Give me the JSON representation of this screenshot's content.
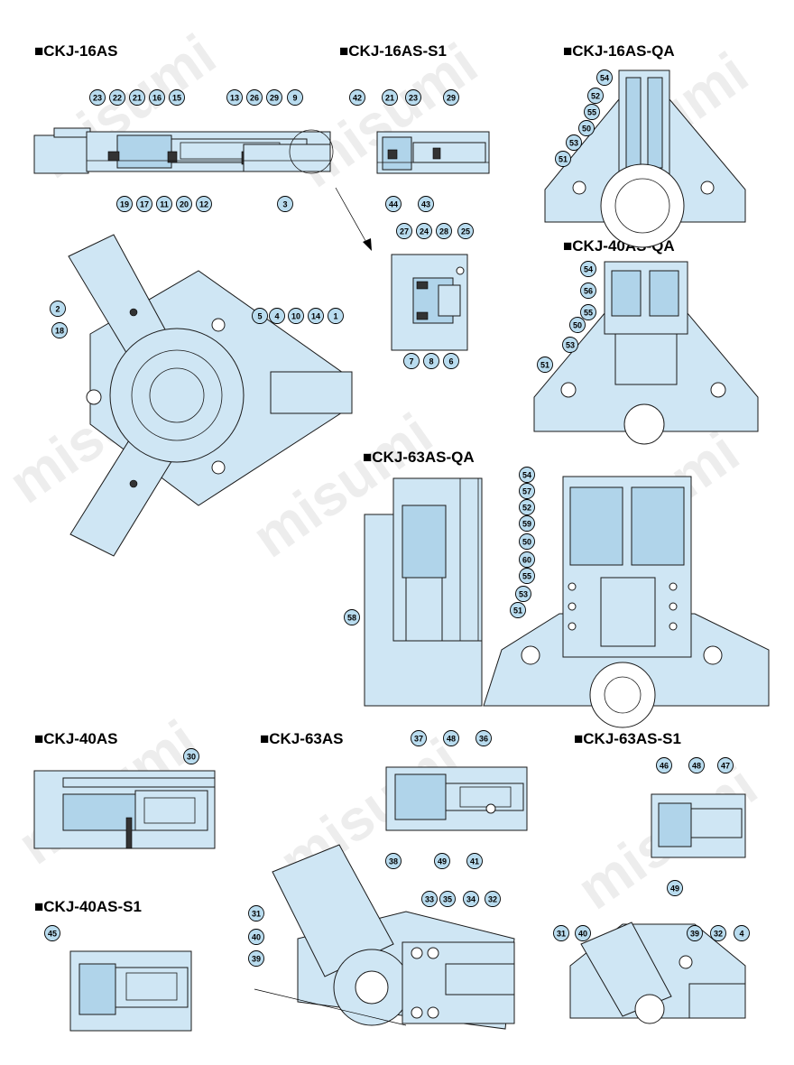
{
  "titles": {
    "ckj16as": "■CKJ-16AS",
    "ckj16as_s1": "■CKJ-16AS-S1",
    "ckj16as_qa": "■CKJ-16AS-QA",
    "ckj40as_qa": "■CKJ-40AS-QA",
    "ckj63as_qa": "■CKJ-63AS-QA",
    "ckj40as": "■CKJ-40AS",
    "ckj63as": "■CKJ-63AS",
    "ckj63as_s1": "■CKJ-63AS-S1",
    "ckj40as_s1": "■CKJ-40AS-S1"
  },
  "watermark": "misumi",
  "colors": {
    "part_fill": "#cfe6f4",
    "balloon_fill": "#b9dcef",
    "outline": "#1a1a1a"
  },
  "balloons": {
    "ckj16as": [
      "23",
      "22",
      "21",
      "16",
      "15",
      "13",
      "26",
      "29",
      "9",
      "19",
      "17",
      "11",
      "20",
      "12",
      "3"
    ],
    "ckj16as_s1": [
      "42",
      "21",
      "23",
      "29",
      "44",
      "43"
    ],
    "detail": [
      "27",
      "24",
      "28",
      "25",
      "7",
      "8",
      "6"
    ],
    "ckj16as_qa": [
      "54",
      "52",
      "55",
      "50",
      "53",
      "51"
    ],
    "top_view": [
      "2",
      "18",
      "5",
      "4",
      "10",
      "14",
      "1"
    ],
    "ckj40as_qa": [
      "54",
      "56",
      "55",
      "50",
      "53",
      "51"
    ],
    "ckj63as_qa": [
      "54",
      "57",
      "52",
      "59",
      "50",
      "60",
      "55",
      "53",
      "51",
      "58"
    ],
    "ckj40as": [
      "30"
    ],
    "ckj63as": [
      "37",
      "48",
      "36",
      "38",
      "49",
      "41"
    ],
    "ckj63as_s1": [
      "46",
      "48",
      "47",
      "49"
    ],
    "ckj40as_s1": [
      "45"
    ],
    "ckj63as_view": [
      "31",
      "40",
      "39",
      "33",
      "35",
      "34",
      "32"
    ],
    "ckj63as_s1_view": [
      "31",
      "40",
      "39",
      "32",
      "4"
    ]
  }
}
